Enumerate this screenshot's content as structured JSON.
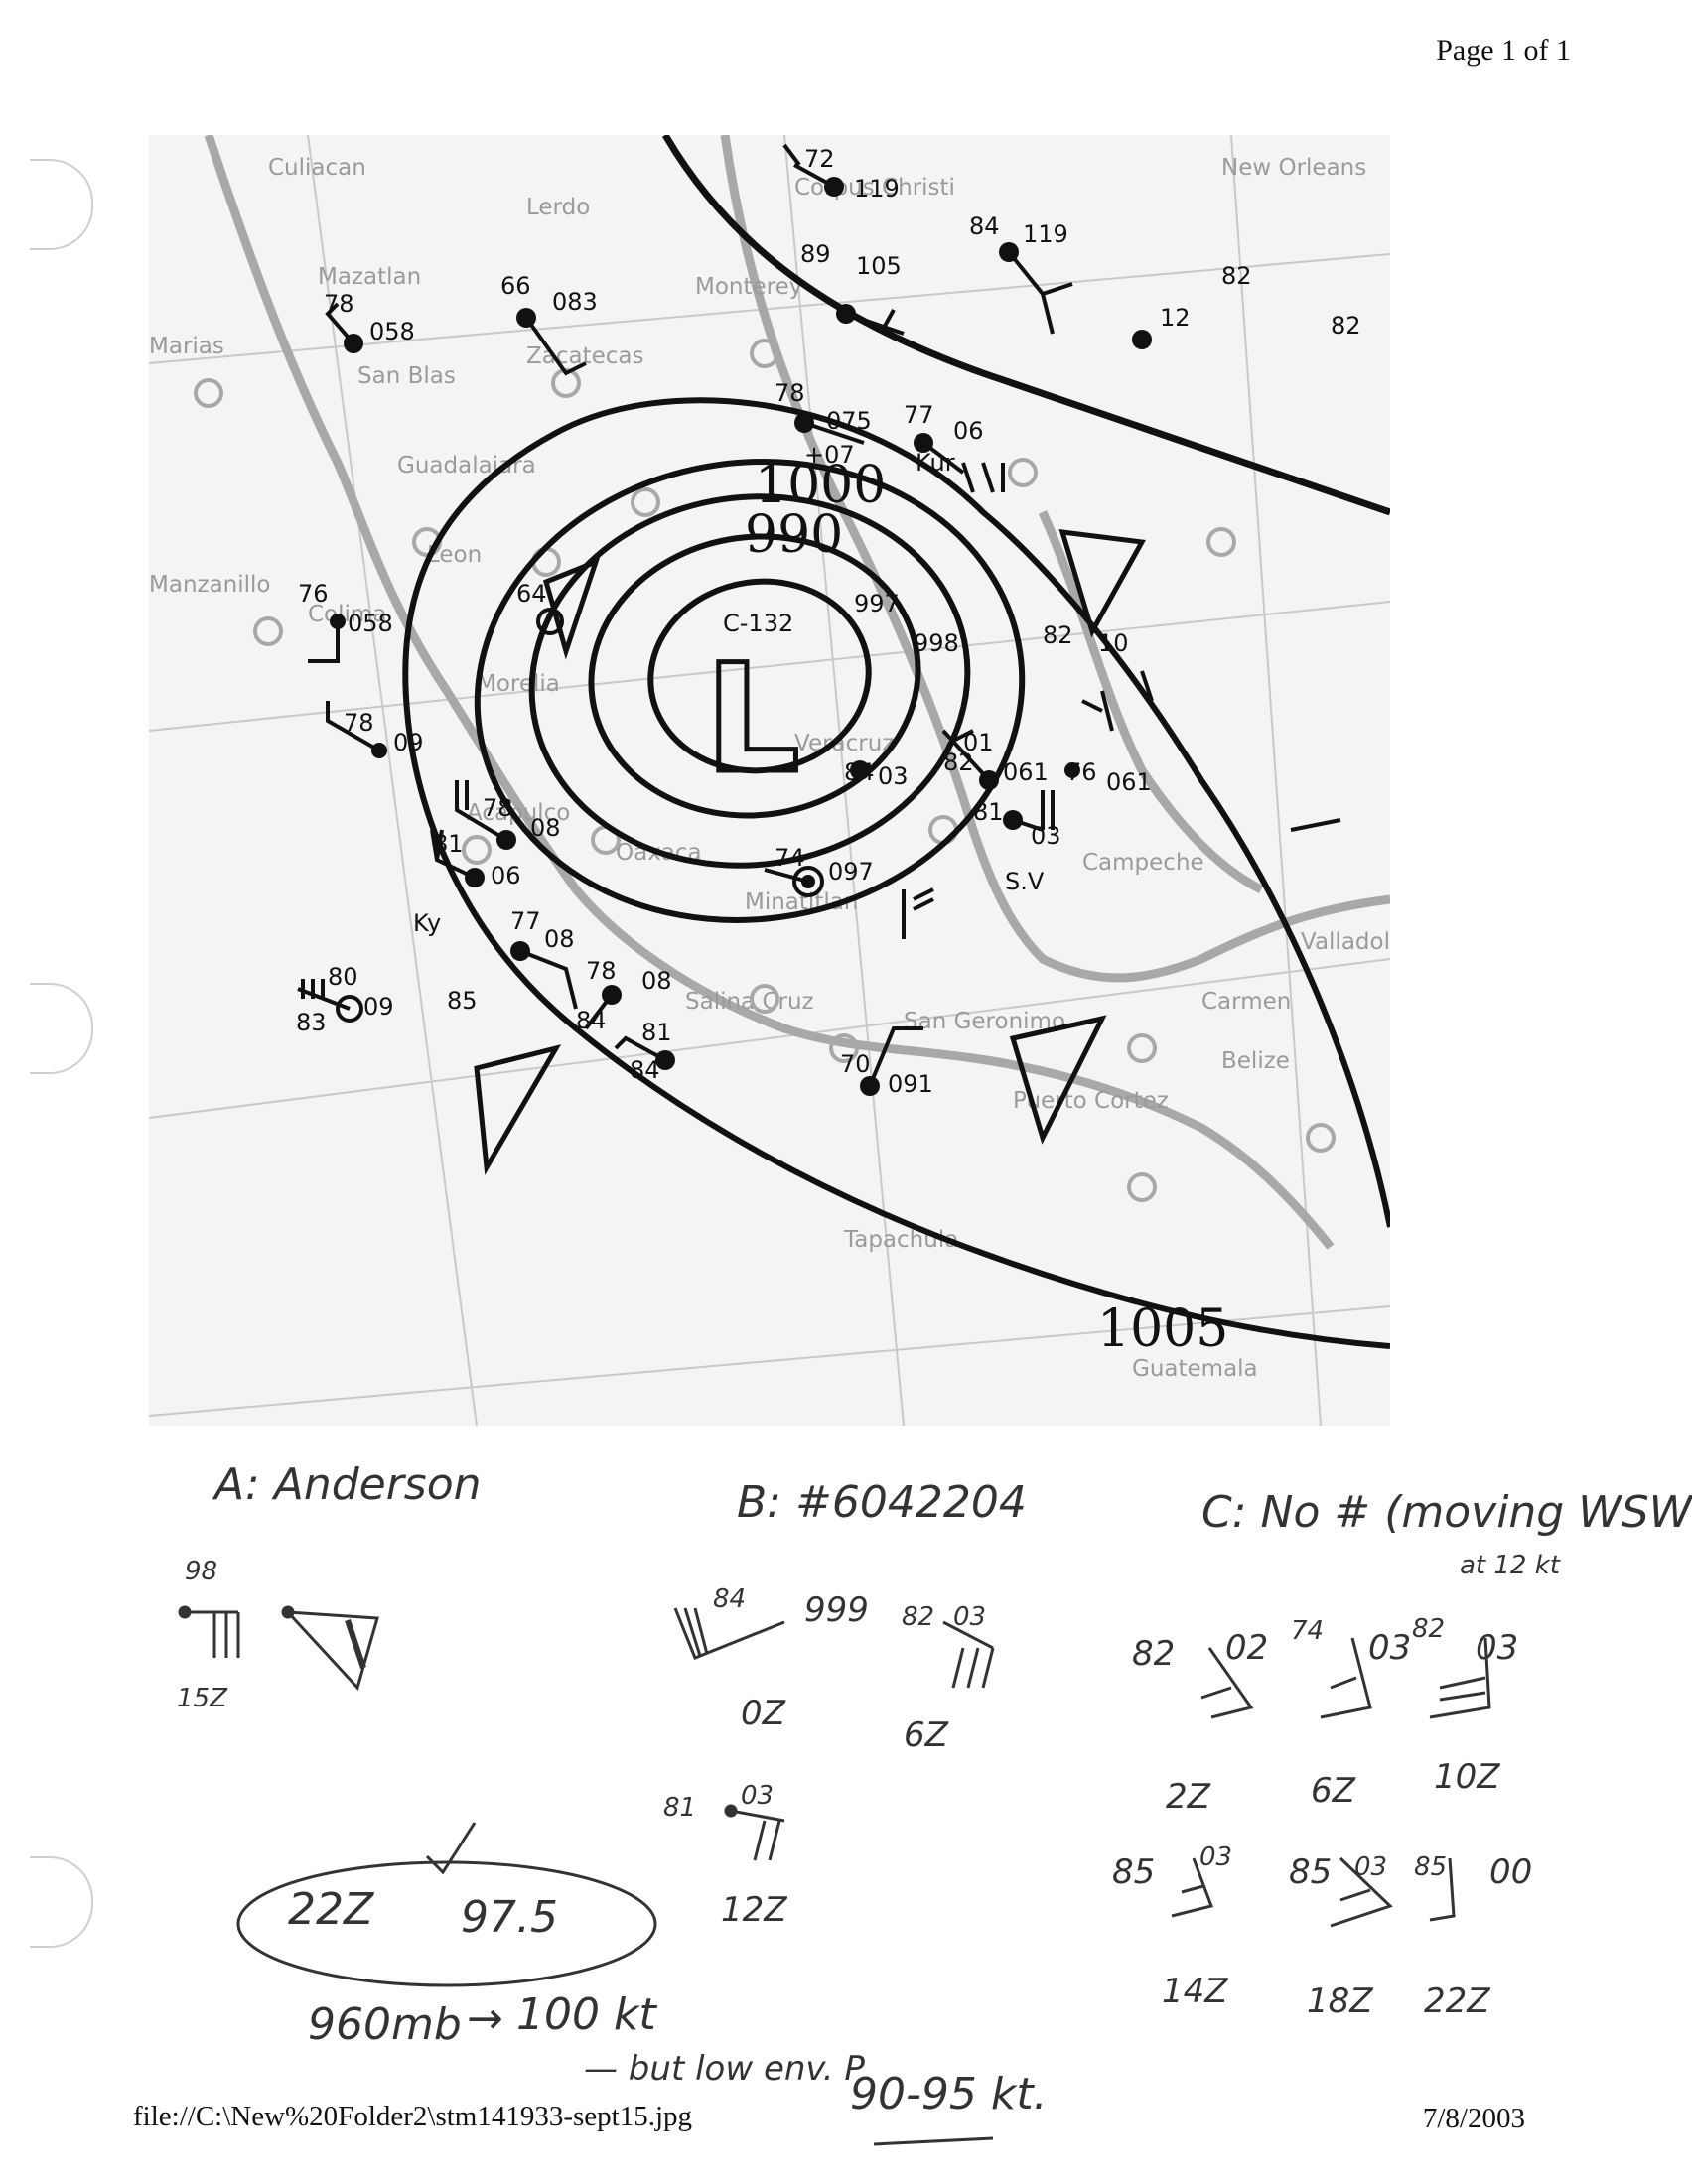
{
  "header": {
    "page_label": "Page 1 of 1"
  },
  "footer": {
    "file_path": "file://C:\\New%20Folder2\\stm141933-sept15.jpg",
    "date": "7/8/2003"
  },
  "map": {
    "isobars": [
      "1000",
      "990",
      "1005"
    ],
    "center_symbol": "L",
    "center_note": "C-132",
    "places": [
      "Culiacan",
      "Lerdo",
      "New Orleans",
      "Corpus Christi",
      "Monterey",
      "Mazatlan",
      "Marias",
      "Zacatecas",
      "San Blas",
      "Guadalajara",
      "Leon",
      "Colima",
      "Manzanillo",
      "Morelia",
      "Veracruz",
      "Acapulco",
      "Oaxaca",
      "Minatitlan",
      "Salina Cruz",
      "San Geronimo",
      "Puerto Cortez",
      "Belize",
      "Carmen",
      "Tapachula",
      "Guatemala",
      "Campeche",
      "Valladolid"
    ],
    "stations": [
      {
        "temp": "72",
        "pressure": "119"
      },
      {
        "temp": "84",
        "pressure": "119"
      },
      {
        "temp": "89",
        "pressure": "105"
      },
      {
        "temp": "12",
        "pressure": "82"
      },
      {
        "temp": "66",
        "pressure": "083"
      },
      {
        "temp": "78",
        "pressure": "058"
      },
      {
        "temp": "78",
        "pressure": "075"
      },
      {
        "temp": "77",
        "pressure": "06"
      },
      {
        "temp": "64",
        "pressure": ""
      },
      {
        "temp": "76",
        "pressure": "058"
      },
      {
        "temp": "78",
        "pressure": "09"
      },
      {
        "temp": "82",
        "pressure": "061"
      },
      {
        "temp": "76",
        "pressure": "061"
      },
      {
        "temp": "81",
        "pressure": "03"
      },
      {
        "temp": "84",
        "pressure": "03"
      },
      {
        "temp": "78",
        "pressure": "08"
      },
      {
        "temp": "81",
        "pressure": "06"
      },
      {
        "temp": "77",
        "pressure": "08"
      },
      {
        "temp": "78",
        "pressure": "08"
      },
      {
        "temp": "81",
        "pressure": "84"
      },
      {
        "temp": "80",
        "pressure": "09"
      },
      {
        "temp": "74",
        "pressure": "097"
      },
      {
        "temp": "70",
        "pressure": "091"
      },
      {
        "temp": "82",
        "pressure": "10"
      }
    ],
    "annotations": [
      "+07",
      "Kur",
      "S.V",
      "Ky",
      "82",
      "83",
      "85",
      "84",
      "997",
      "998",
      "01"
    ]
  },
  "notes": {
    "ship_a": {
      "label": "A: Anderson",
      "value": "98",
      "time": "15Z"
    },
    "ship_b": {
      "label": "B: #6042204",
      "obs": [
        {
          "temp": "84",
          "pressure": "999",
          "time": "0Z"
        },
        {
          "temp": "82",
          "pressure": "03",
          "time": "6Z"
        },
        {
          "temp": "81",
          "pressure": "03",
          "time": "12Z"
        }
      ]
    },
    "ship_c": {
      "label": "C: No # (moving WSW",
      "label2": "at 12 kt",
      "obs": [
        {
          "temp": "82",
          "pressure": "02",
          "time": "2Z"
        },
        {
          "temp": "74",
          "pressure": "03",
          "time": "6Z"
        },
        {
          "temp": "82",
          "pressure": "03",
          "time": "10Z"
        },
        {
          "temp": "85",
          "pressure": "03",
          "time": "14Z"
        },
        {
          "temp": "85",
          "pressure": "03",
          "time": "18Z"
        },
        {
          "temp": "85",
          "pressure": "00",
          "time": "22Z"
        }
      ]
    },
    "circled": {
      "left": "22Z",
      "right": "97.5"
    },
    "estimate": {
      "pressure": "960mb",
      "arrow": "→",
      "wind": "100 kt"
    },
    "but_low": "— but low env. P",
    "range": "90-95 kt."
  }
}
